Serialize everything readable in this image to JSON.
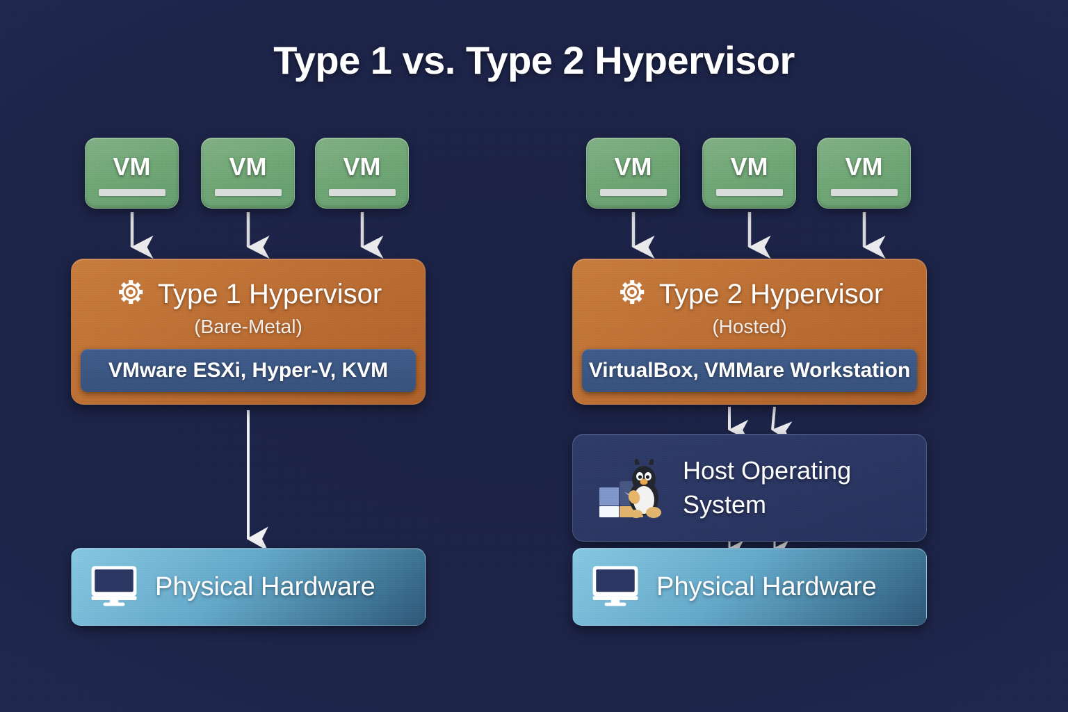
{
  "diagram": {
    "title": "Type 1 vs. Type 2 Hypervisor",
    "background_color": "#1c2347",
    "accent_colors": {
      "vm": "#6ea473",
      "hypervisor": "#bb6d33",
      "chip": "#3a5582",
      "host_os": "#2a3560",
      "hardware": "#62a6c8",
      "arrow": "#e8e8ea",
      "text": "#ffffff"
    }
  },
  "left_column": {
    "vms": [
      {
        "label": "VM"
      },
      {
        "label": "VM"
      },
      {
        "label": "VM"
      }
    ],
    "hypervisor": {
      "icon": "gear-icon",
      "title": "Type 1 Hypervisor",
      "subtitle": "(Bare-Metal)",
      "examples": "VMware ESXi, Hyper-V, KVM"
    },
    "hardware": {
      "icon": "monitor-icon",
      "label": "Physical Hardware"
    }
  },
  "right_column": {
    "vms": [
      {
        "label": "VM"
      },
      {
        "label": "VM"
      },
      {
        "label": "VM"
      }
    ],
    "hypervisor": {
      "icon": "gear-icon",
      "title": "Type 2 Hypervisor",
      "subtitle": "(Hosted)",
      "examples": "VirtualBox, VMMare Workstation"
    },
    "host_os": {
      "icon": "os-penguin-windows-icon",
      "label": "Host Operating System"
    },
    "hardware": {
      "icon": "monitor-icon",
      "label": "Physical Hardware"
    }
  }
}
